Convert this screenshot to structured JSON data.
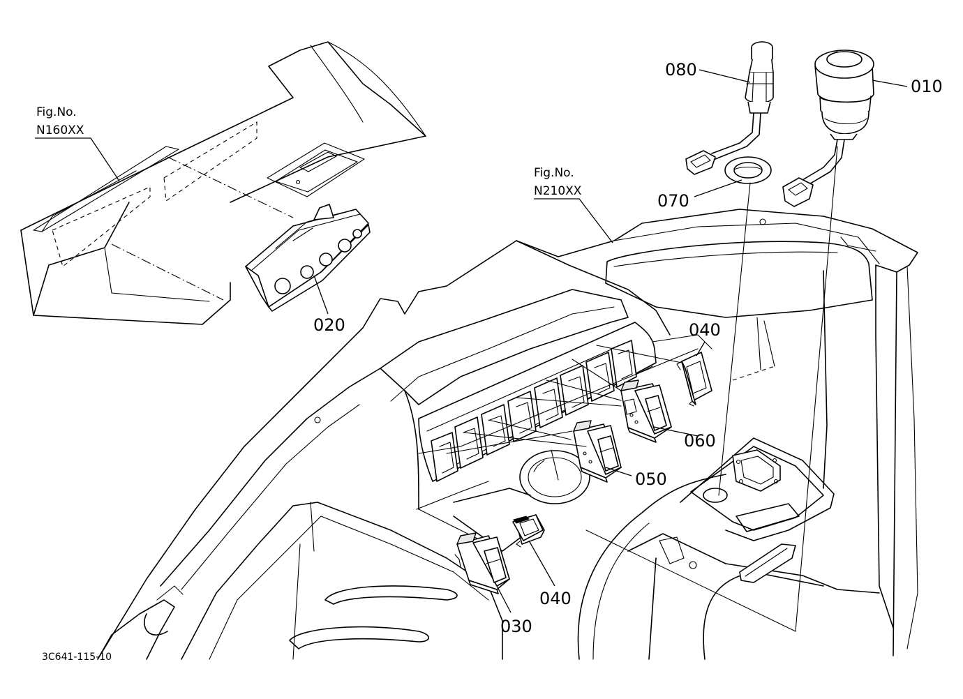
{
  "drawing_number": "3C641-115-10",
  "figure_refs": [
    {
      "id": "fig-n160",
      "prefix": "Fig.No.",
      "code": "N160XX"
    },
    {
      "id": "fig-n210",
      "prefix": "Fig.No.",
      "code": "N210XX"
    }
  ],
  "callouts": {
    "c010": "010",
    "c020": "020",
    "c030": "030",
    "c040_top": "040",
    "c040_bottom": "040",
    "c050": "050",
    "c060": "060",
    "c070": "070",
    "c080": "080"
  },
  "colors": {
    "line": "#000000",
    "background": "#ffffff"
  }
}
